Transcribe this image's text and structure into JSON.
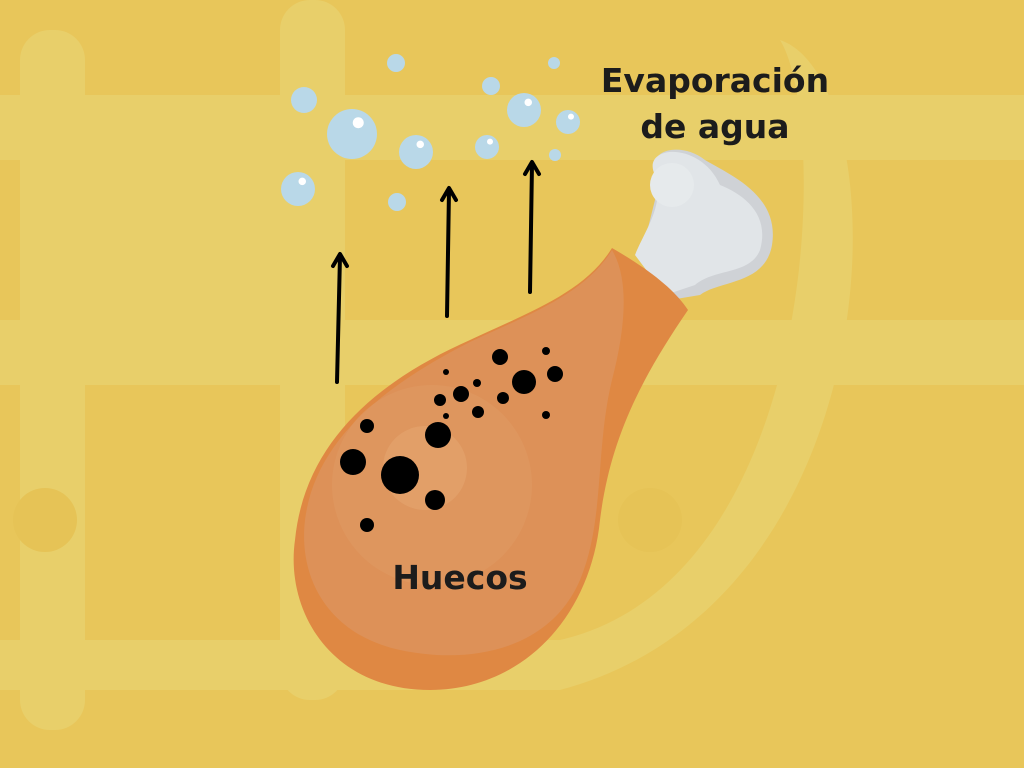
{
  "title_line1": "Evaporación",
  "title_line2": "de agua",
  "holes_label": "Huecos",
  "colors": {
    "background": "#e8c65a",
    "background_shape": "#e8cf6a",
    "meat": "#dd9158",
    "meat_dark": "#df8843",
    "bone": "#e1e5e8",
    "bone_shadow": "#cfd2d6",
    "bubble": "#b9d8e8",
    "text": "#1c1c1c"
  }
}
